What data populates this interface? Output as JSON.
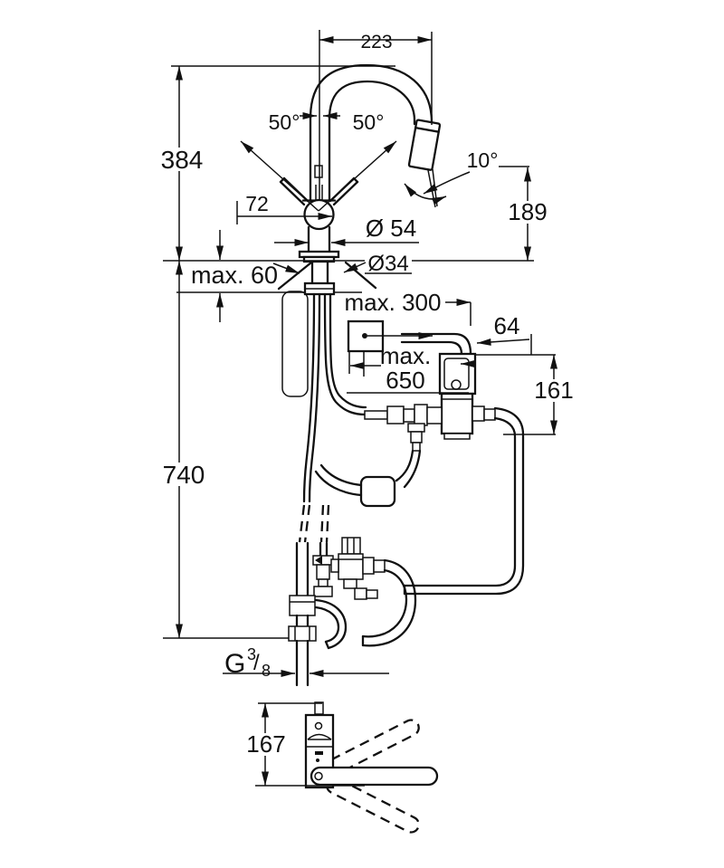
{
  "title": "Kitchen faucet installation dimension drawing",
  "colors": {
    "line": "#111111",
    "background": "#ffffff"
  },
  "dimensions": {
    "spout_reach": "223",
    "spout_height": "384",
    "swivel_left": "50°",
    "swivel_right": "50°",
    "lever_offset": "72",
    "spray_angle": "10°",
    "outlet_height": "189",
    "body_diameter": "Ø 54",
    "hole_diameter": "Ø34",
    "counter_thickness": "max. 60",
    "cable_length": "max. 300",
    "control_box_width": "64",
    "hose_length_line1": "max.",
    "hose_length_line2": "650",
    "control_box_height": "161",
    "below_counter_height": "740",
    "thread_letter": "G",
    "thread_numerator": "3",
    "thread_divider": "/",
    "thread_denominator": "8",
    "handle_length": "167"
  }
}
